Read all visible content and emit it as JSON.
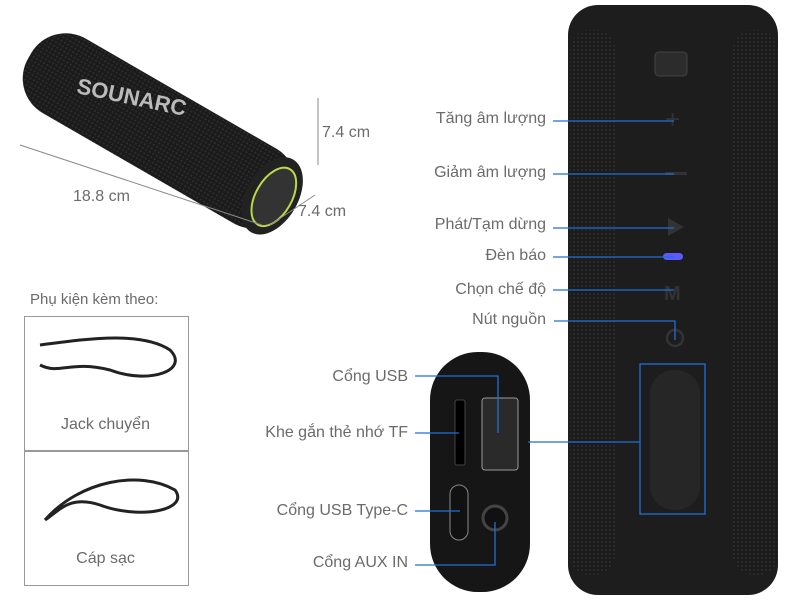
{
  "dimensions": {
    "length": "18.8 cm",
    "height": "7.4 cm",
    "depth": "7.4 cm"
  },
  "brand_logo": "SOUNARC",
  "accessories": {
    "title": "Phụ kiện kèm theo:",
    "items": [
      {
        "label": "Jack chuyển"
      },
      {
        "label": "Cáp sạc"
      }
    ]
  },
  "controls": [
    {
      "label": "Tăng âm lượng"
    },
    {
      "label": "Giảm âm lượng"
    },
    {
      "label": "Phát/Tạm dừng"
    },
    {
      "label": "Đèn báo"
    },
    {
      "label": "Chọn chế độ"
    },
    {
      "label": "Nút nguồn"
    }
  ],
  "ports": [
    {
      "label": "Cổng USB"
    },
    {
      "label": "Khe gắn thẻ nhớ TF"
    },
    {
      "label": "Cổng USB Type-C"
    },
    {
      "label": "Cổng AUX IN"
    }
  ],
  "colors": {
    "callout_line": "#1f6fd6",
    "indicator_led": "#5a5aff",
    "text": "#6b6b6b"
  }
}
